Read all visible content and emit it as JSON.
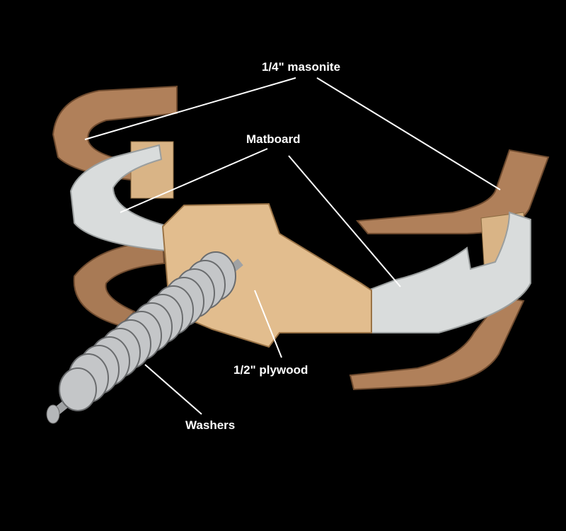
{
  "labels": {
    "masonite": "1/4\" masonite",
    "matboard": "Matboard",
    "plywood": "1/2\" plywood",
    "washers": "Washers"
  },
  "colors": {
    "background": "#000000",
    "masonite": "#b0805a",
    "matboard": "#d9dcdc",
    "plywood": "#e2bd8e",
    "washer": "#c4c6c8",
    "leader": "#ffffff"
  }
}
